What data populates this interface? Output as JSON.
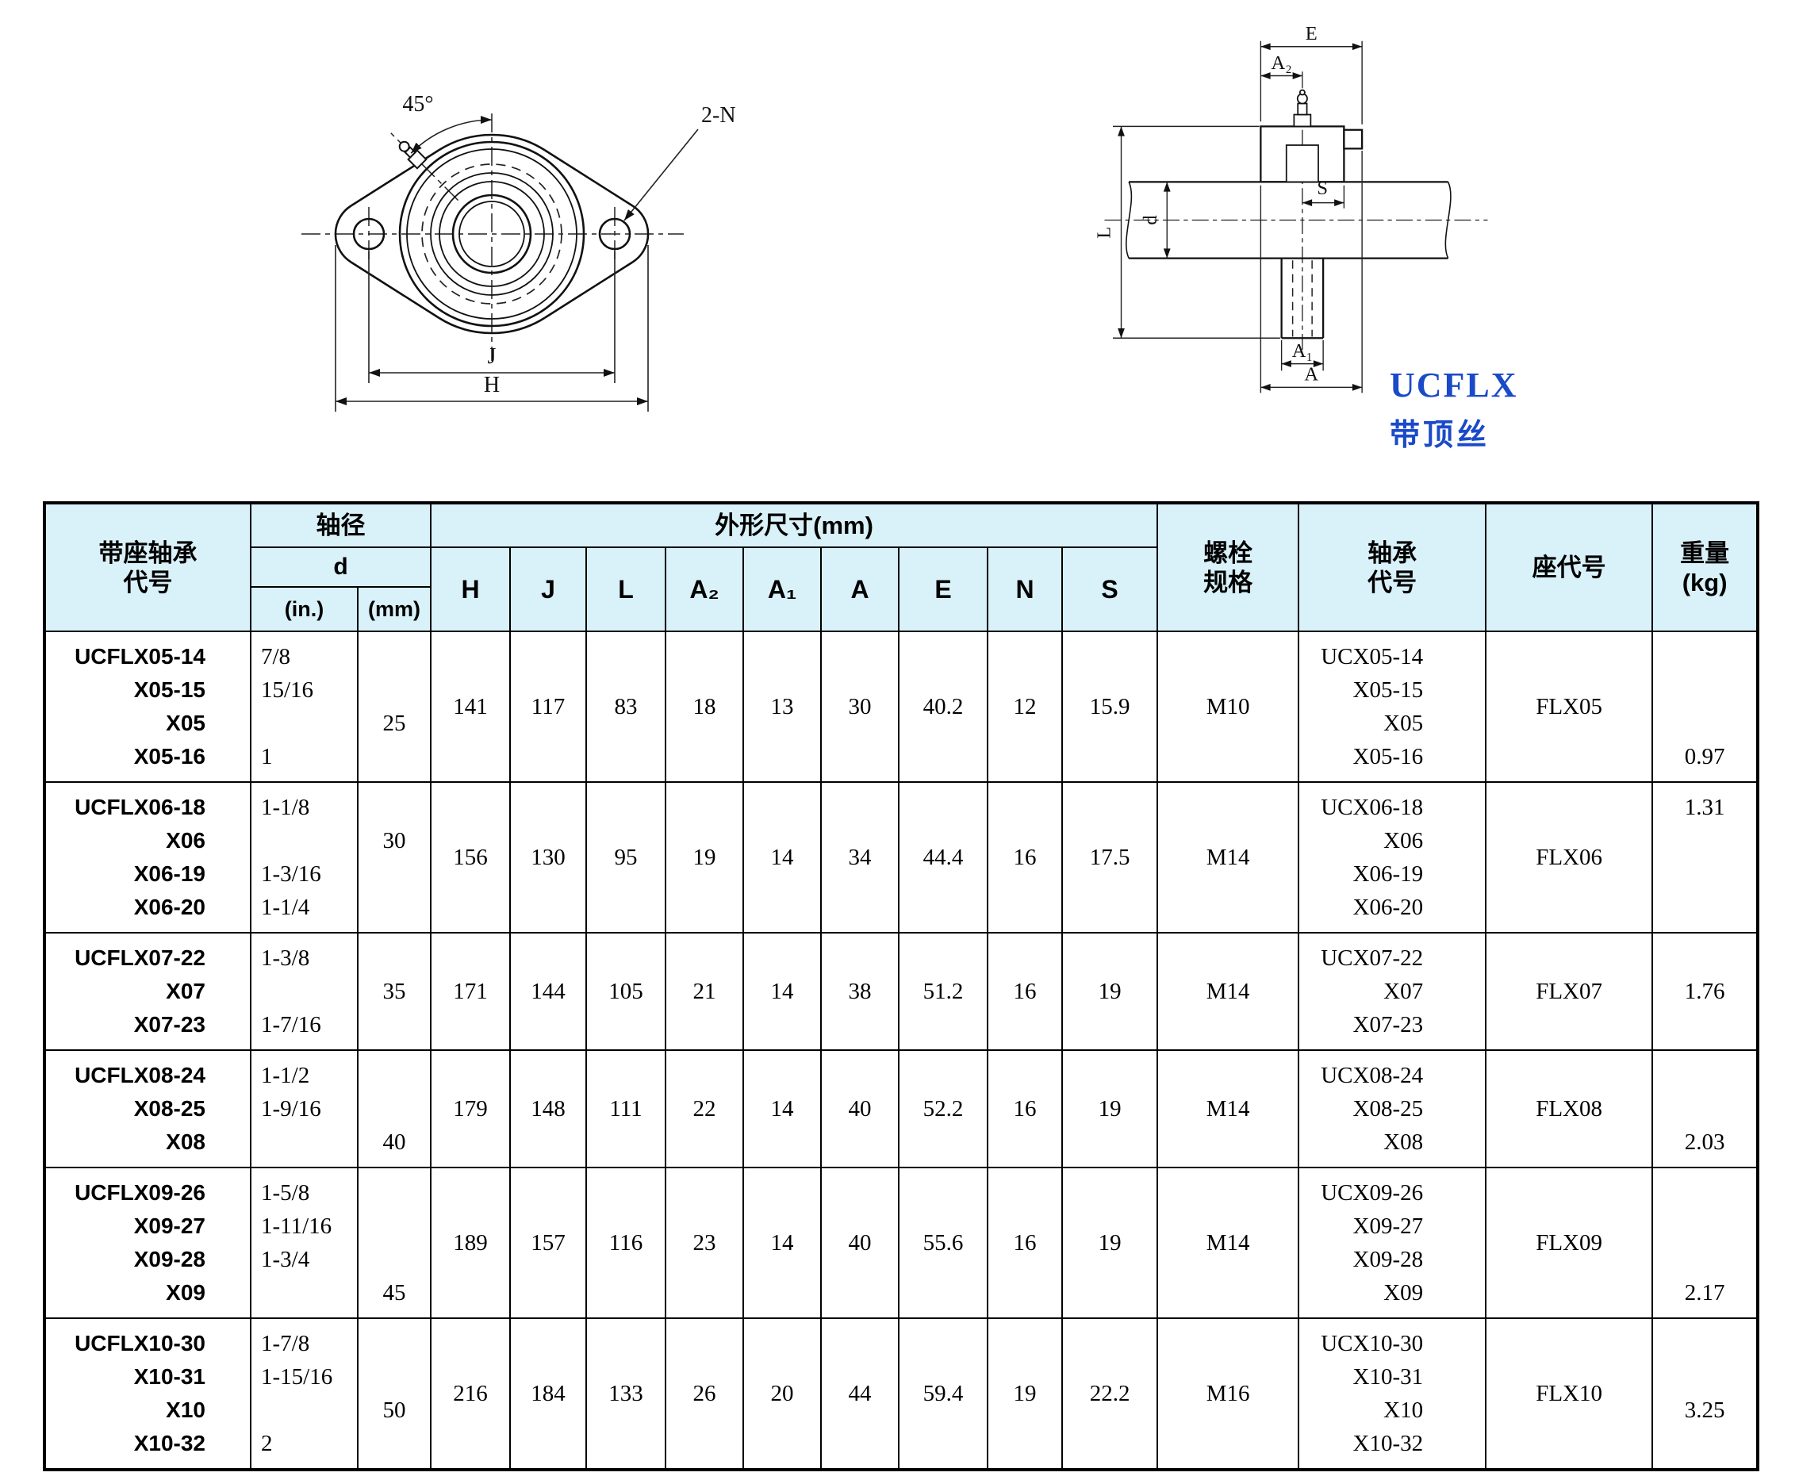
{
  "colors": {
    "header-bg": "#d9f1f9",
    "accent-blue": "#1a4ac8"
  },
  "series_label": {
    "name": "UCFLX",
    "feature": "带顶丝"
  },
  "drawing": {
    "front": {
      "angle": "45°",
      "holes": "2-N",
      "j": "J",
      "h": "H"
    },
    "side": {
      "e": "E",
      "a2": "A₂",
      "s": "S",
      "l": "L",
      "d": "d",
      "a1": "A₁",
      "a": "A"
    }
  },
  "table": {
    "headers": {
      "unit_code": [
        "带座轴承",
        "代号"
      ],
      "shaft_dia": "轴径",
      "d": "d",
      "inch": "(in.)",
      "mm": "(mm)",
      "dims_group": "外形尺寸(mm)",
      "dim_letters": [
        "H",
        "J",
        "L",
        "A₂",
        "A₁",
        "A",
        "E",
        "N",
        "S"
      ],
      "bolt": [
        "螺栓",
        "规格"
      ],
      "bearing_code": [
        "轴承",
        "代号"
      ],
      "housing_code": "座代号",
      "weight": [
        "重量",
        "(kg)"
      ]
    },
    "rows": [
      {
        "codes": [
          "UCFLX05-14",
          "X05-15",
          "X05",
          "X05-16"
        ],
        "inch": [
          "7/8",
          "15/16",
          "",
          "1"
        ],
        "mm": [
          "",
          "",
          "25",
          ""
        ],
        "dims": [
          "141",
          "117",
          "83",
          "18",
          "13",
          "30",
          "40.2",
          "12",
          "15.9"
        ],
        "bolt": "M10",
        "bearing": [
          "UCX05-14",
          "X05-15",
          "X05",
          "X05-16"
        ],
        "housing": "FLX05",
        "weight": [
          "",
          "",
          "",
          "0.97"
        ]
      },
      {
        "codes": [
          "UCFLX06-18",
          "X06",
          "X06-19",
          "X06-20"
        ],
        "inch": [
          "1-1/8",
          "",
          "1-3/16",
          "1-1/4"
        ],
        "mm": [
          "",
          "30",
          "",
          ""
        ],
        "dims": [
          "156",
          "130",
          "95",
          "19",
          "14",
          "34",
          "44.4",
          "16",
          "17.5"
        ],
        "bolt": "M14",
        "bearing": [
          "UCX06-18",
          "X06",
          "X06-19",
          "X06-20"
        ],
        "housing": "FLX06",
        "weight": [
          "1.31",
          "",
          "",
          ""
        ]
      },
      {
        "codes": [
          "UCFLX07-22",
          "X07",
          "X07-23"
        ],
        "inch": [
          "1-3/8",
          "",
          "1-7/16"
        ],
        "mm": [
          "",
          "35",
          ""
        ],
        "dims": [
          "171",
          "144",
          "105",
          "21",
          "14",
          "38",
          "51.2",
          "16",
          "19"
        ],
        "bolt": "M14",
        "bearing": [
          "UCX07-22",
          "X07",
          "X07-23"
        ],
        "housing": "FLX07",
        "weight": [
          "",
          "1.76",
          ""
        ]
      },
      {
        "codes": [
          "UCFLX08-24",
          "X08-25",
          "X08"
        ],
        "inch": [
          "1-1/2",
          "1-9/16",
          ""
        ],
        "mm": [
          "",
          "",
          "40"
        ],
        "dims": [
          "179",
          "148",
          "111",
          "22",
          "14",
          "40",
          "52.2",
          "16",
          "19"
        ],
        "bolt": "M14",
        "bearing": [
          "UCX08-24",
          "X08-25",
          "X08"
        ],
        "housing": "FLX08",
        "weight": [
          "",
          "",
          "2.03"
        ]
      },
      {
        "codes": [
          "UCFLX09-26",
          "X09-27",
          "X09-28",
          "X09"
        ],
        "inch": [
          "1-5/8",
          "1-11/16",
          "1-3/4",
          ""
        ],
        "mm": [
          "",
          "",
          "",
          "45"
        ],
        "dims": [
          "189",
          "157",
          "116",
          "23",
          "14",
          "40",
          "55.6",
          "16",
          "19"
        ],
        "bolt": "M14",
        "bearing": [
          "UCX09-26",
          "X09-27",
          "X09-28",
          "X09"
        ],
        "housing": "FLX09",
        "weight": [
          "",
          "",
          "",
          "2.17"
        ]
      },
      {
        "codes": [
          "UCFLX10-30",
          "X10-31",
          "X10",
          "X10-32"
        ],
        "inch": [
          "1-7/8",
          "1-15/16",
          "",
          "2"
        ],
        "mm": [
          "",
          "",
          "50",
          ""
        ],
        "dims": [
          "216",
          "184",
          "133",
          "26",
          "20",
          "44",
          "59.4",
          "19",
          "22.2"
        ],
        "bolt": "M16",
        "bearing": [
          "UCX10-30",
          "X10-31",
          "X10",
          "X10-32"
        ],
        "housing": "FLX10",
        "weight": [
          "",
          "",
          "3.25",
          ""
        ]
      }
    ]
  }
}
